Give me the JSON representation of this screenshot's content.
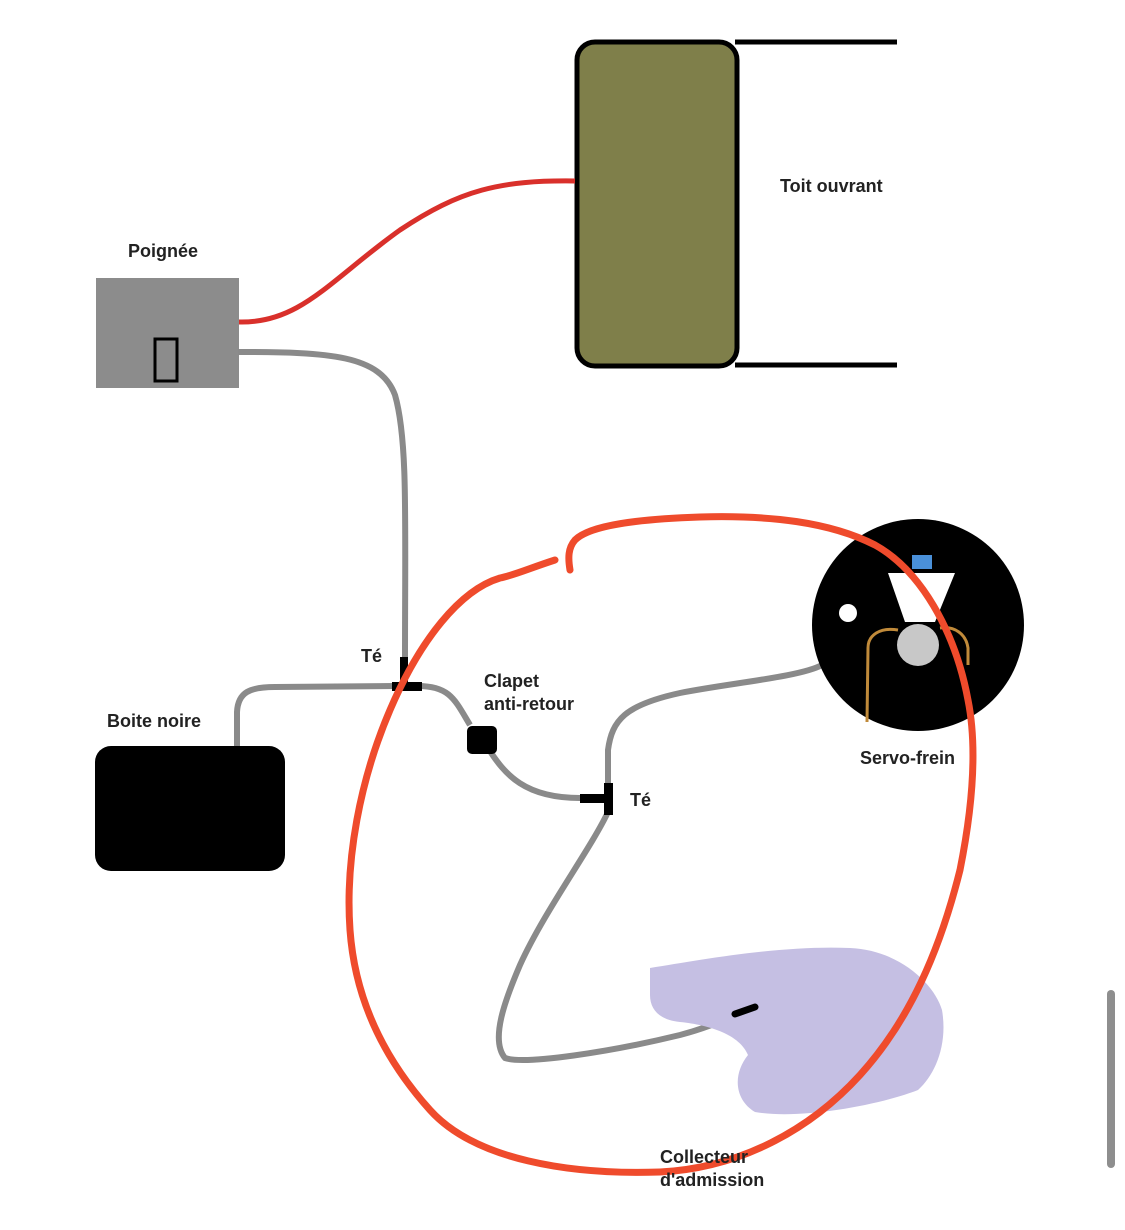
{
  "labels": {
    "poignee": "Poignée",
    "toit_ouvrant": "Toit ouvrant",
    "te_1": "Té",
    "boite_noire": "Boite noire",
    "clapet_line1": "Clapet",
    "clapet_line2": "anti-retour",
    "te_2": "Té",
    "servo_frein": "Servo-frein",
    "collecteur_line1": "Collecteur",
    "collecteur_line2": "d'admission"
  },
  "colors": {
    "hose_red": "#d9302b",
    "hose_gray": "#8a8a8a",
    "annotation_circle": "#ef4b2c",
    "roof_panel": "#7f7f4a",
    "handle_box": "#8c8c8c",
    "black_box": "#000000",
    "manifold": "#c5bfe3",
    "servo_link": "#c08a3a",
    "servo_accent": "#4a90d9",
    "scrollbar": "#8e8e8e"
  }
}
